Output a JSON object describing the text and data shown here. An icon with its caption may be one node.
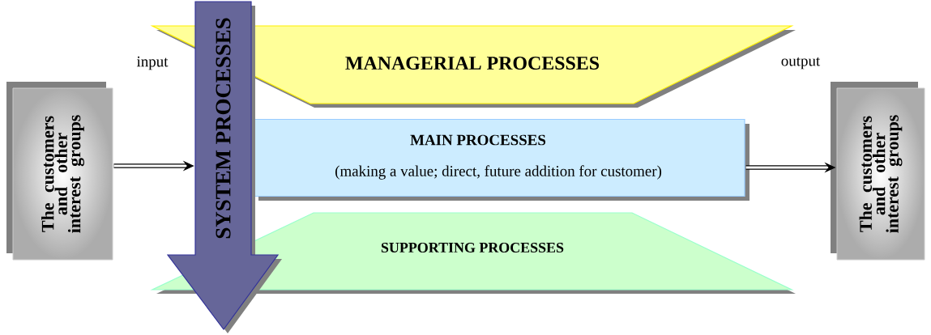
{
  "diagram": {
    "nodes": [
      {
        "text": [
          "The customers and other interest groups"
        ]
      },
      {
        "text": [
          "SYSTEM PROCESSES"
        ]
      },
      {
        "text": [
          "MANAGERIAL PROCESSES"
        ]
      },
      {
        "text": [
          "MAIN PROCESSES",
          "(making a value; direct, future addition for customer)"
        ]
      },
      {
        "text": [
          "SUPPORTING PROCESSES"
        ]
      },
      {
        "text": [
          "The customers and other interest groups"
        ]
      }
    ],
    "edges": [
      {
        "from": 0,
        "to": 1,
        "arrow": "to"
      },
      {
        "from": 3,
        "to": 5,
        "arrow": "to"
      }
    ],
    "labels": [
      "input",
      "output"
    ]
  }
}
